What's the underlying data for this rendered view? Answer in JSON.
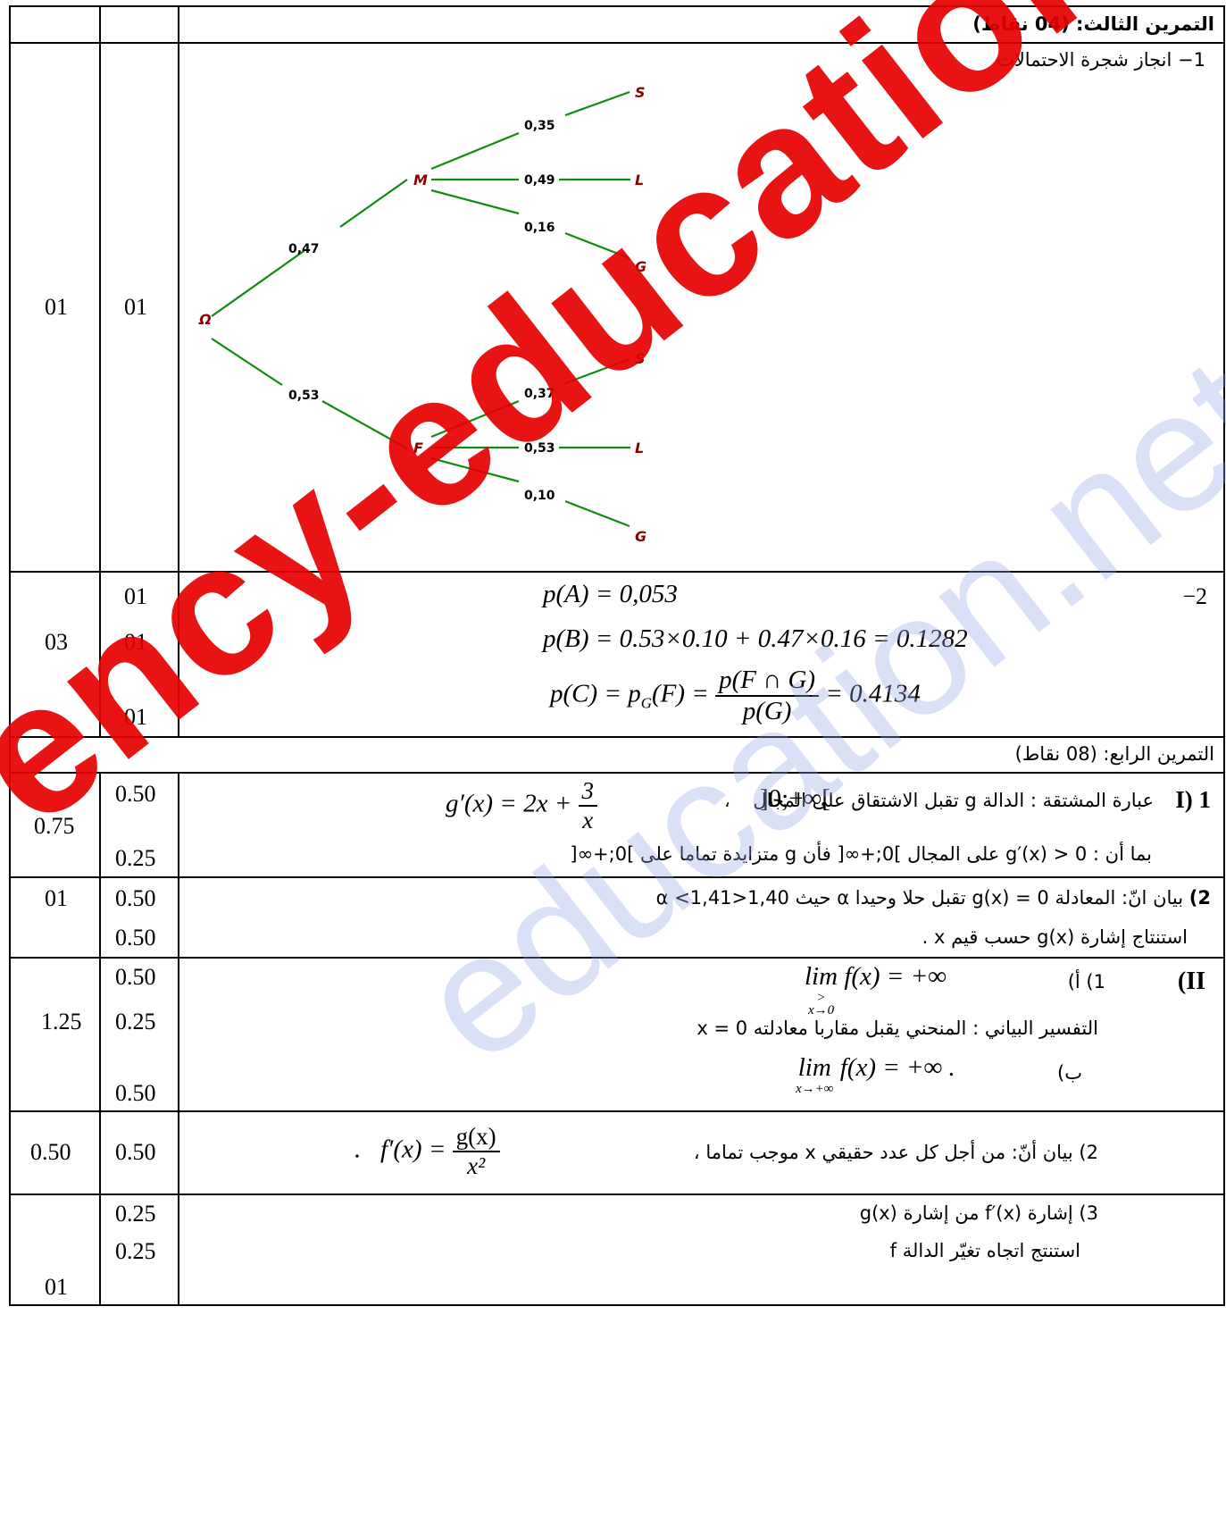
{
  "ex3": {
    "title": "التمرين الثالث: (04 نقاط)",
    "q1": "1− انجاز شجرة الاحتمالات",
    "score_total": "01",
    "score_part": "01",
    "tree": {
      "root": "Ω",
      "branch1": {
        "node": "M",
        "prob": "0,47",
        "children": [
          {
            "label": "S",
            "prob": "0,35"
          },
          {
            "label": "L",
            "prob": "0,49"
          },
          {
            "label": "G",
            "prob": "0,16"
          }
        ]
      },
      "branch2": {
        "node": "F",
        "prob": "0,53",
        "children": [
          {
            "label": "S",
            "prob": "0,37"
          },
          {
            "label": "L",
            "prob": "0,53"
          },
          {
            "label": "G",
            "prob": "0,10"
          }
        ]
      },
      "line_color": "#108a10",
      "label_color": "#8b0000"
    },
    "q2": {
      "num": "−2",
      "pa": "p(A) = 0,053",
      "pb": "p(B) = 0.53×0.10 + 0.47×0.16 = 0.1282",
      "pc_left": "p(C) = p",
      "pc_sub": "G",
      "pc_mid": "(F) =",
      "pc_num": "p(F ∩ G)",
      "pc_den": "p(G)",
      "pc_right": "= 0.4134",
      "score_total": "03",
      "scores": [
        "01",
        "01",
        "01"
      ]
    }
  },
  "ex4": {
    "title": "التمرين الرابع: (08 نقاط)",
    "I1": {
      "tag": "I) 1",
      "text": "عبارة المشتقة :  الدالة g تقبل الاشتقاق على المجال",
      "interval": "]0;+∞[",
      "comma": "،",
      "formula_left": "g′(x) = 2x +",
      "frac_num": "3",
      "frac_den": "x",
      "line2": "بما أن : 0 < g′(x)  على المجال ]0;+∞[ فأن  g  متزايدة تماما على ]0;+∞[",
      "score_total": "0.75",
      "scores": [
        "0.50",
        "0.25"
      ]
    },
    "I2": {
      "tag": "2)",
      "line1": "بيان انّ: المعادلة 0 = g(x) تقبل حلا وحيدا α حيث 1,40<α <1,41",
      "line2": "استنتاج إشارة g(x) حسب قيم x .",
      "score_total": "01",
      "scores": [
        "0.50",
        "0.50"
      ]
    },
    "II1": {
      "tag": "(II",
      "sub": "1) أ)",
      "lim_a": "lim f(x) = +∞",
      "lim_a_sub": "x→0",
      "lim_a_sup": ">",
      "interp": "التفسير البياني :  المنحني يقبل مقاربا معادلته 0 = x",
      "sub_b": "ب)",
      "lim_b": "lim f(x) = +∞  .",
      "lim_b_sub": "x→+∞",
      "score_total": "1.25",
      "scores": [
        "0.50",
        "0.25",
        "0.50"
      ]
    },
    "II2": {
      "text": "2)  بيان أنّ: من أجل كل عدد حقيقي x موجب تماما ،",
      "formula_left": "f′(x) =",
      "frac_num": "g(x)",
      "frac_den": "x²",
      "dot": ".",
      "score_total": "0.50",
      "scores": [
        "0.50"
      ]
    },
    "II3": {
      "line1": "3)  إشارة f′(x) من إشارة g(x)",
      "line2": "استنتج اتجاه تغيّر الدالة  f",
      "score_total": "01",
      "scores": [
        "0.25",
        "0.25"
      ]
    }
  },
  "watermark": {
    "main": "ency-education.com",
    "secondary": "education.net",
    "main_color": "#e60000"
  }
}
